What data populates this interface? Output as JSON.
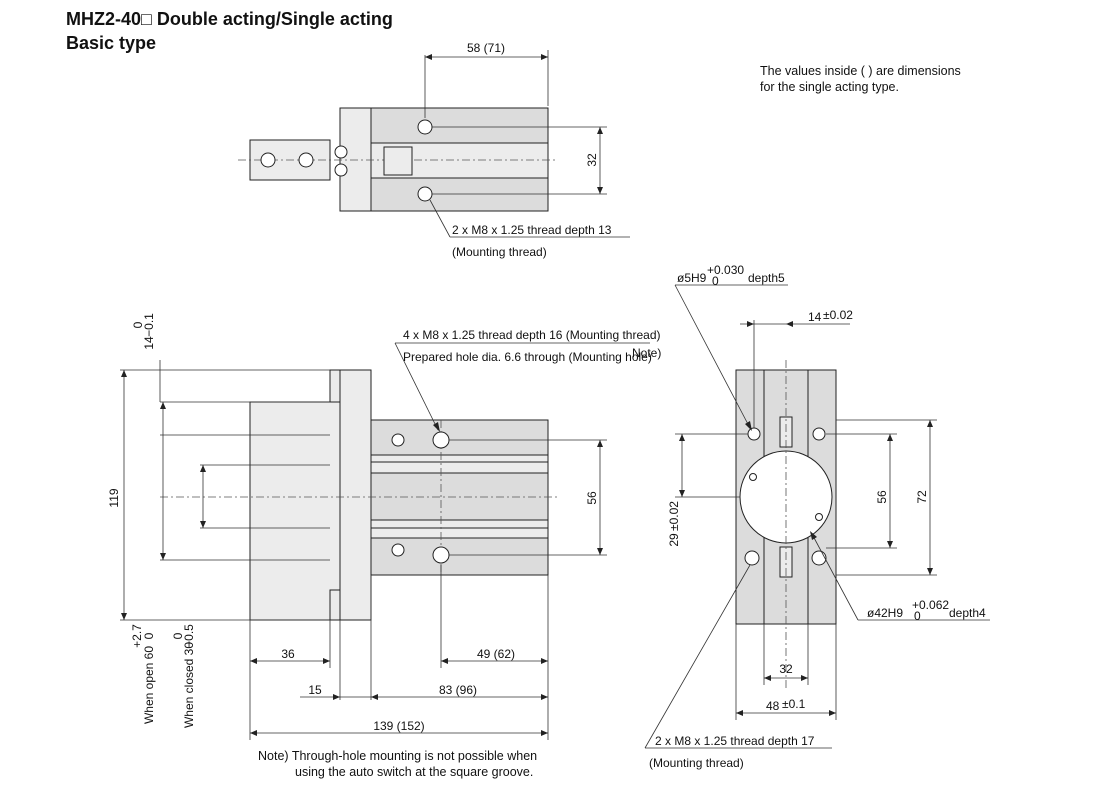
{
  "title": "MHZ2-40□ Double acting/Single acting",
  "subtitle": "Basic type",
  "note_values": [
    "The values inside (  ) are dimensions",
    "for the single acting type."
  ],
  "top_view": {
    "dim_width": "58 (71)",
    "dim_height": "32",
    "thread": "2 x M8 x 1.25 thread depth 13",
    "thread_note": "(Mounting thread)"
  },
  "side_view": {
    "dim_jaw": "14",
    "dim_jaw_tol_top": "0",
    "dim_jaw_tol_bot": "−0.1",
    "dim_total_height": "119",
    "dim_open": "When open 60",
    "dim_open_tol_top": "+2.7",
    "dim_open_tol_bot": "0",
    "dim_closed": "When closed 30",
    "dim_closed_tol_top": "0",
    "dim_closed_tol_bot": "−0.5",
    "thread_label": "4 x M8 x 1.25 thread depth 16 (Mounting thread)",
    "hole_label": "Prepared hole dia. 6.6 through (Mounting hole)",
    "hole_label_sup": "Note)",
    "dim_56": "56",
    "dim_36": "36",
    "dim_49": "49 (62)",
    "dim_15": "15",
    "dim_83": "83 (96)",
    "dim_139": "139 (152)",
    "footnote_label": "Note)",
    "footnote_line1": "Through-hole mounting is not possible when",
    "footnote_line2": "using the auto switch at the square groove."
  },
  "end_view": {
    "pin_hole": "ø5H9",
    "pin_tol_top": "+0.030",
    "pin_tol_bot": "0",
    "pin_depth": "depth5",
    "dim_14": "14",
    "dim_14_tol": "±0.02",
    "dim_29": "29",
    "dim_29_tol": "±0.02",
    "dim_56": "56",
    "dim_72": "72",
    "bore": "ø42H9",
    "bore_tol_top": "+0.062",
    "bore_tol_bot": "0",
    "bore_depth": "depth4",
    "dim_32": "32",
    "dim_48": "48",
    "dim_48_tol": "±0.1",
    "thread": "2 x M8 x 1.25 thread depth 17",
    "thread_note": "(Mounting thread)"
  }
}
